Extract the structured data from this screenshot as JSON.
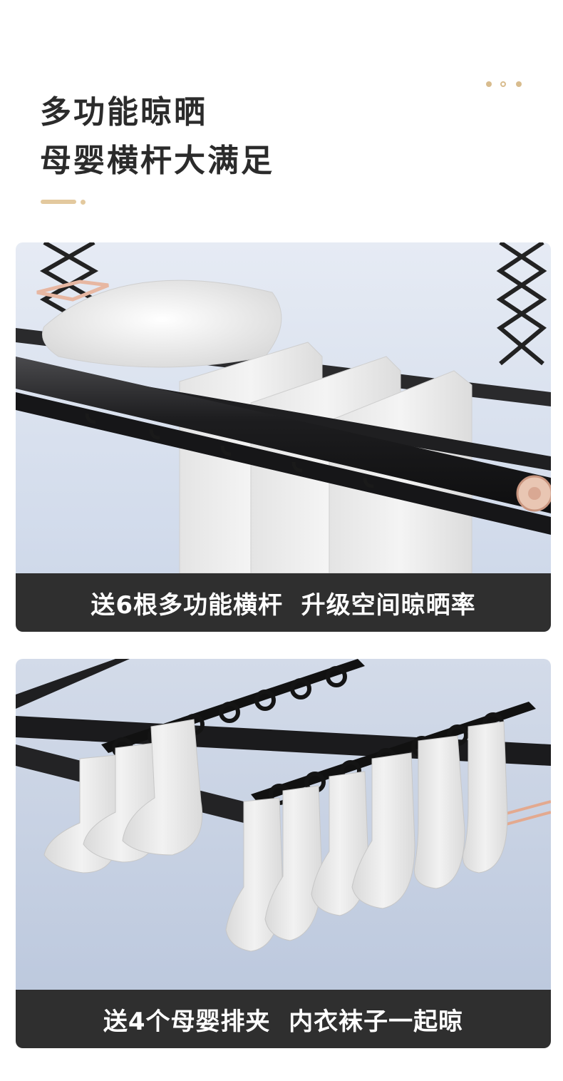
{
  "header": {
    "title_line1": "多功能晾晒",
    "title_line2": "母婴横杆大满足"
  },
  "panels": [
    {
      "caption": "送6根多功能横杆  升级空间晾晒率",
      "image": "drying-rack-with-pillow-and-towels"
    },
    {
      "caption": "送4个母婴排夹  内衣袜子一起晾",
      "image": "clip-rails-with-hanging-socks"
    }
  ],
  "colors": {
    "accent": "#e3c99e",
    "caption_bg": "#2f2f2f",
    "photo_bg": "#dfe6f2",
    "rack_black": "#1e1e20",
    "rose_gold": "#e7b7a2"
  }
}
